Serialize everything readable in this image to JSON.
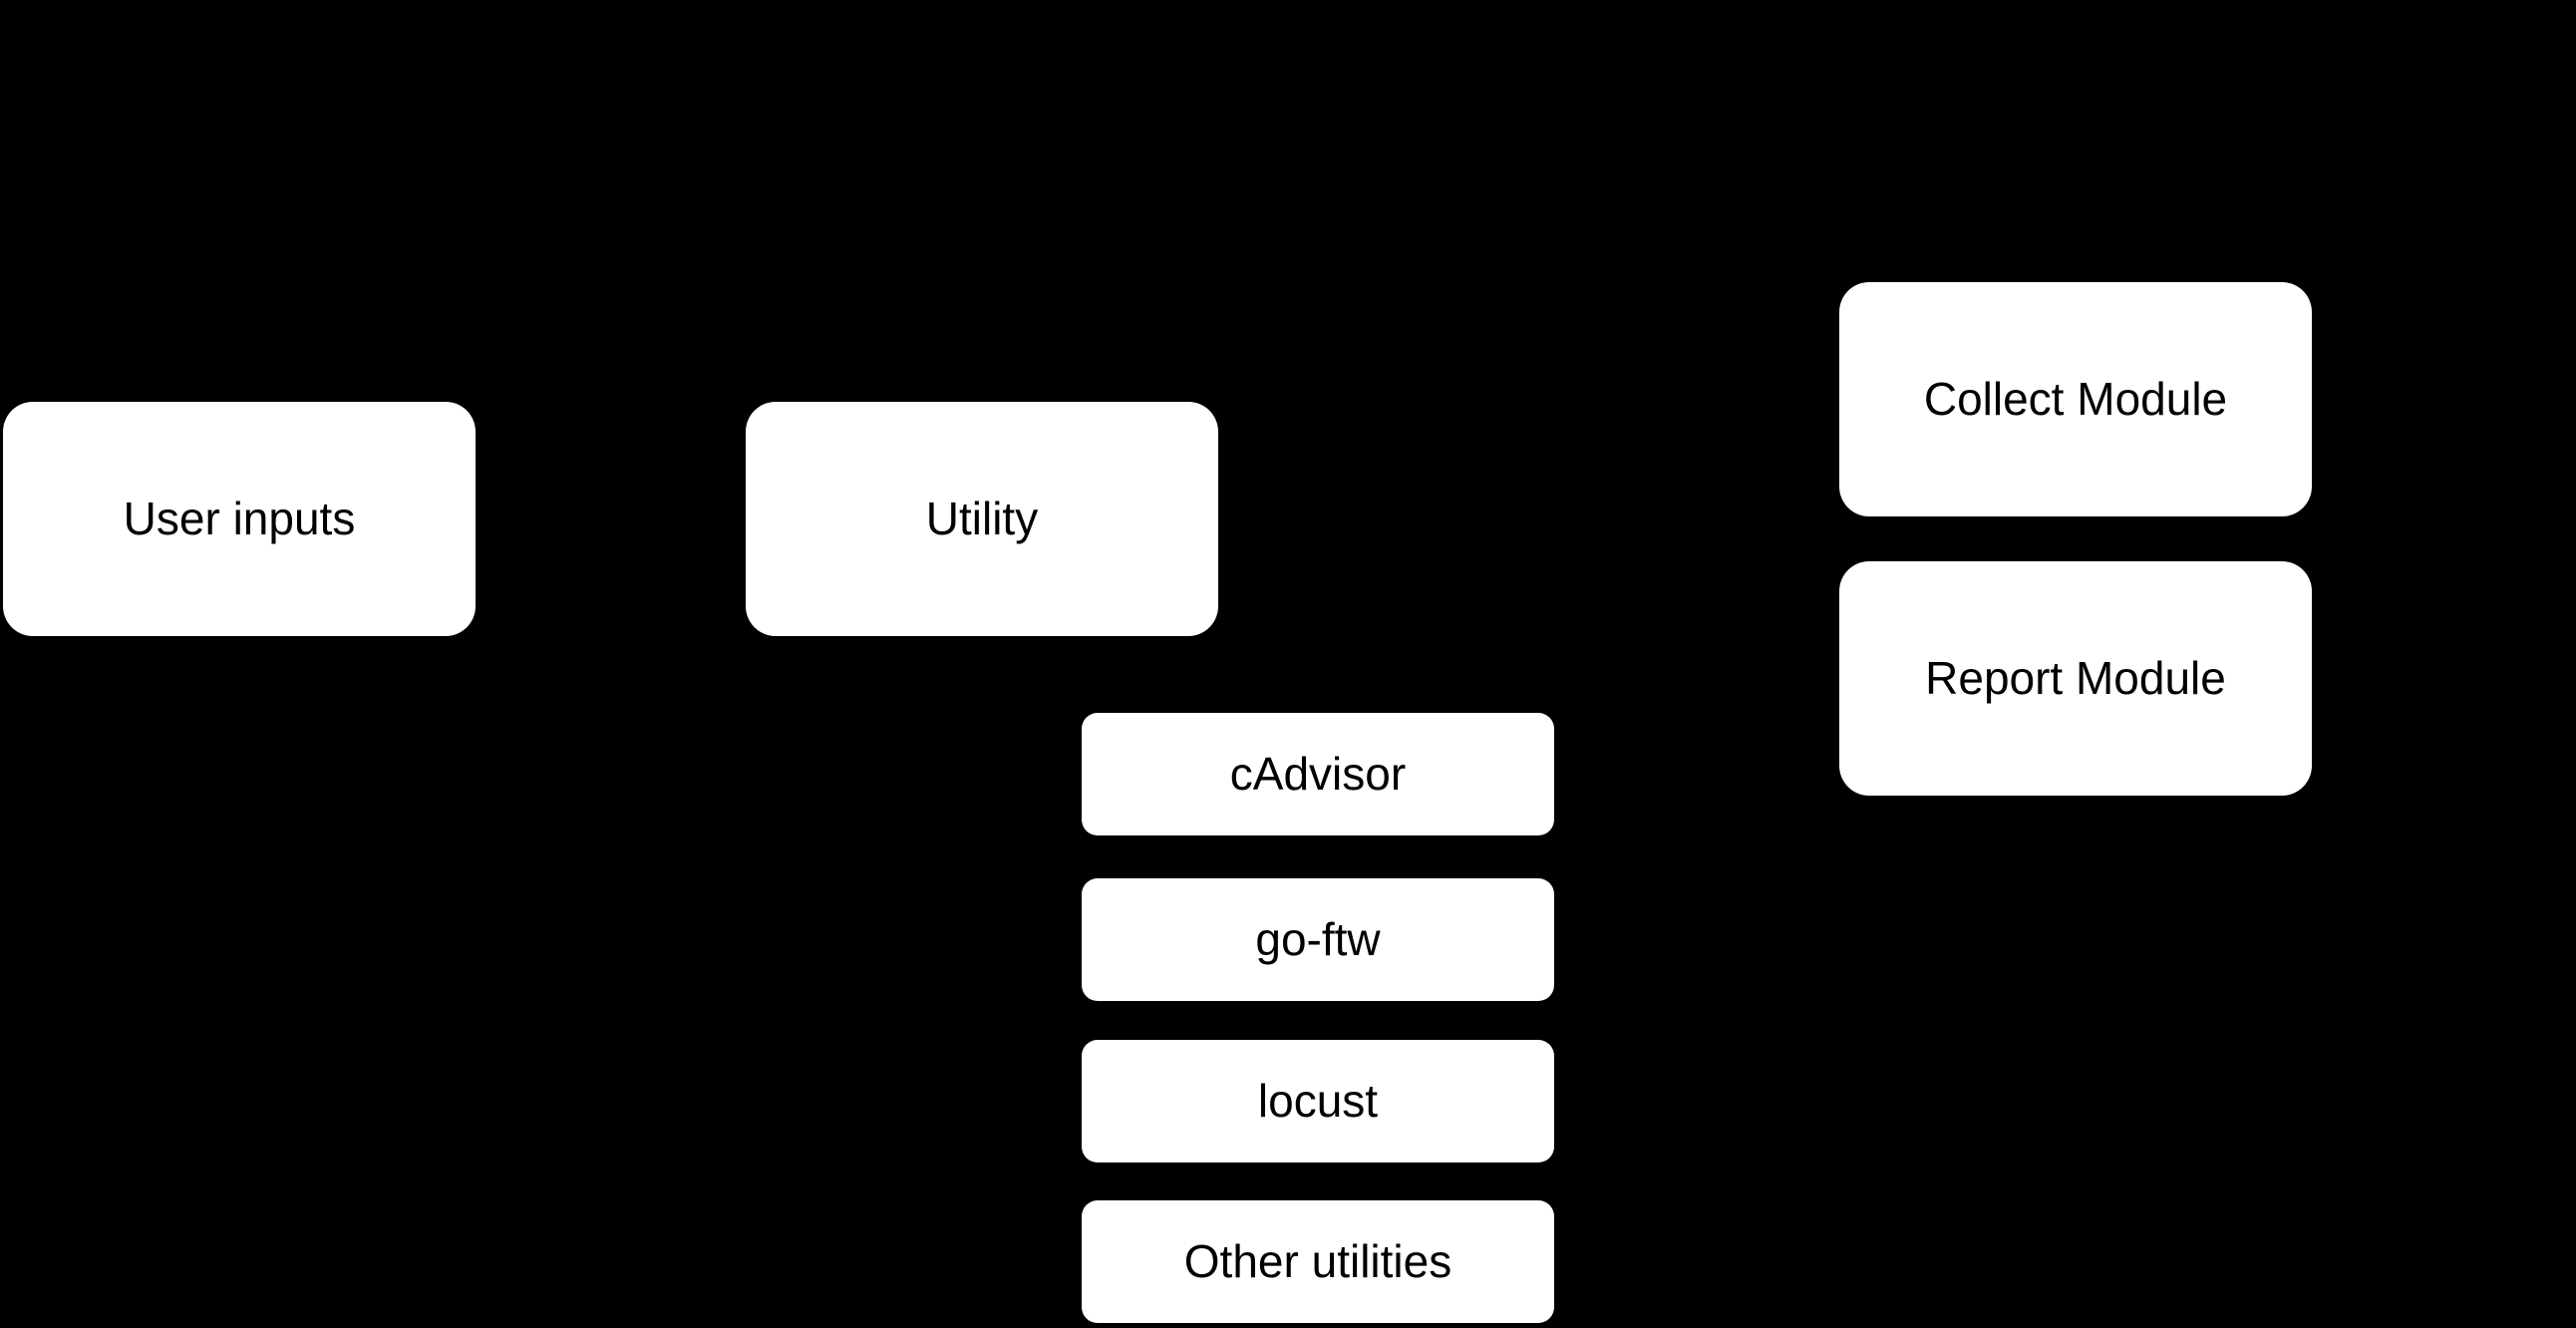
{
  "diagram": {
    "background_color": "#000000",
    "node_fill_color": "#ffffff",
    "node_text_color": "#000000"
  },
  "nodes": {
    "user_inputs": {
      "label": "User inputs"
    },
    "utility": {
      "label": "Utility"
    },
    "cadvisor": {
      "label": "cAdvisor"
    },
    "go_ftw": {
      "label": "go-ftw"
    },
    "locust": {
      "label": "locust"
    },
    "other_utilities": {
      "label": "Other utilities"
    },
    "collect_module": {
      "label": "Collect Module"
    },
    "report_module": {
      "label": "Report Module"
    }
  }
}
